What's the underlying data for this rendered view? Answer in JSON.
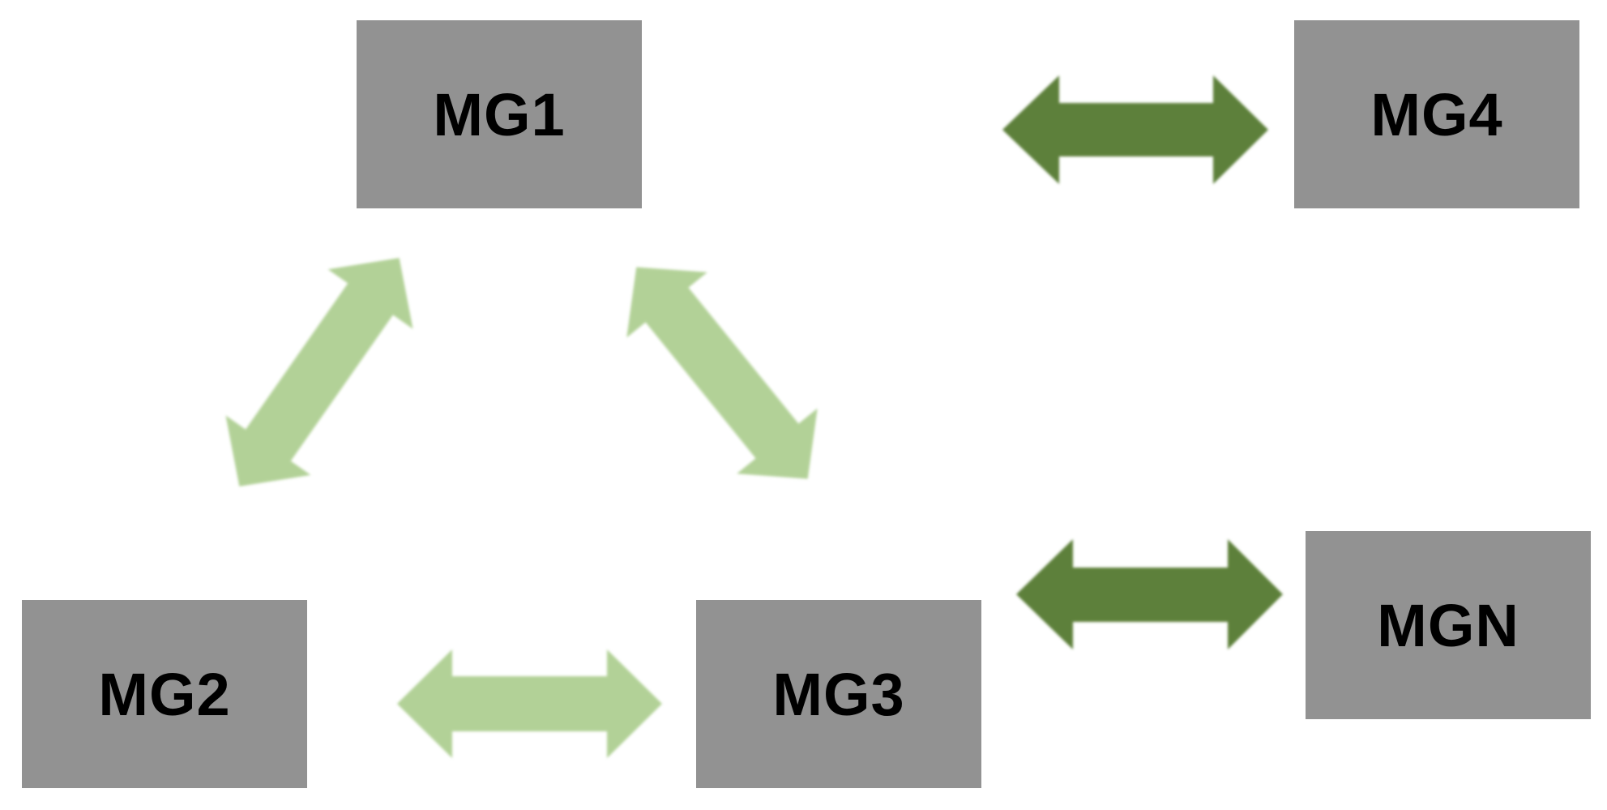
{
  "diagram": {
    "nodes": {
      "mg1": "MG1",
      "mg2": "MG2",
      "mg3": "MG3",
      "mg4": "MG4",
      "mgn": "MGN"
    },
    "colors": {
      "node_fill": "#929292",
      "node_text": "#000000",
      "ring_arrow": "#b2d197",
      "link_arrow": "#5d803b"
    },
    "connections": [
      {
        "from": "MG1",
        "to": "MG2",
        "style": "light"
      },
      {
        "from": "MG1",
        "to": "MG3",
        "style": "light"
      },
      {
        "from": "MG2",
        "to": "MG3",
        "style": "light"
      },
      {
        "from": "MG4",
        "to": "right-side",
        "style": "dark"
      },
      {
        "from": "MGN",
        "to": "right-side",
        "style": "dark"
      }
    ]
  }
}
